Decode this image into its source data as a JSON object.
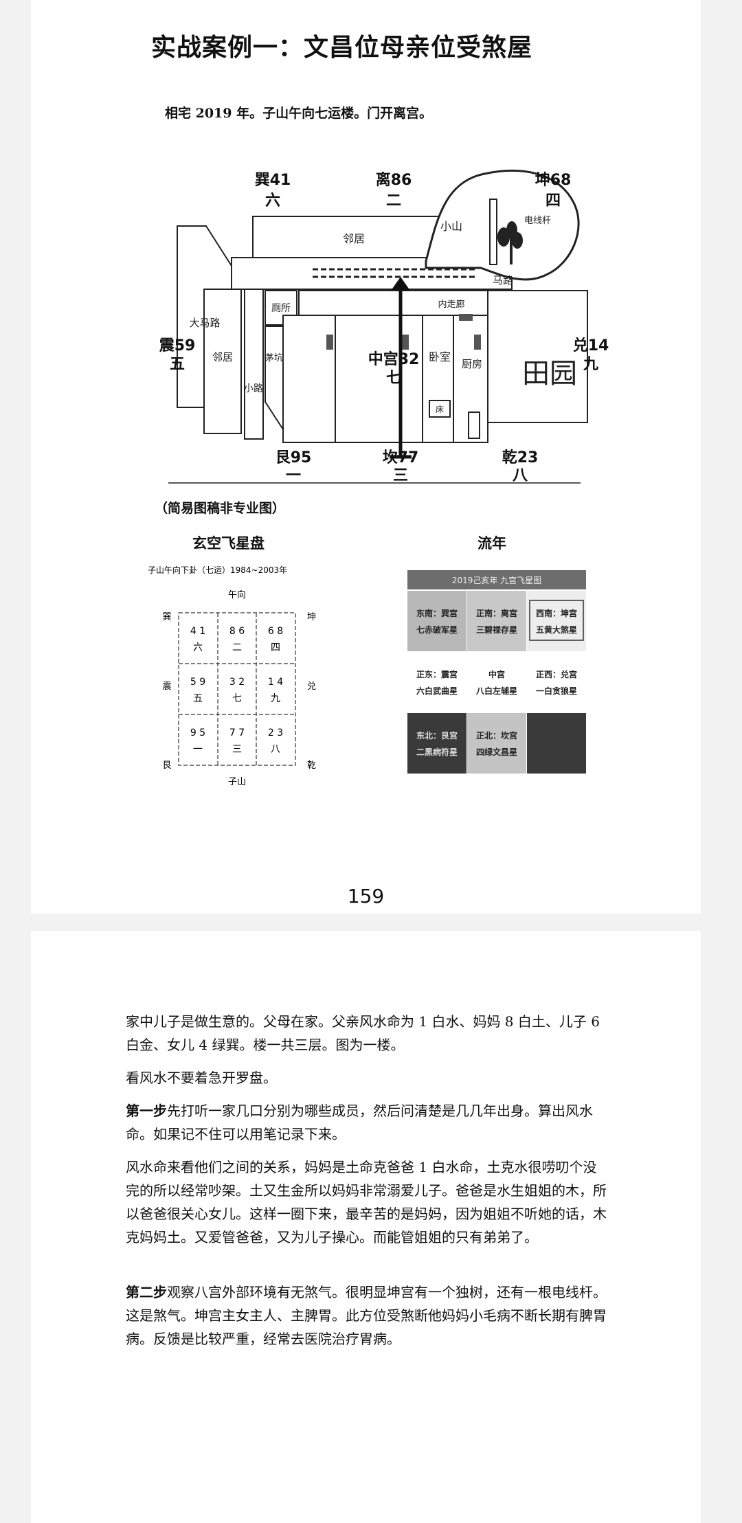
{
  "page1": {
    "title": "实战案例一：文昌位母亲位受煞屋",
    "intro": "相宅 2019 年。子山午向七运楼。门开离宫。",
    "floorplan": {
      "dir_xun": "巽41",
      "dir_xun_num": "六",
      "dir_li": "离86",
      "dir_li_num": "二",
      "dir_kun": "坤68",
      "dir_kun_num": "四",
      "dir_zhen": "震59",
      "dir_zhen_num": "五",
      "dir_center": "中宫32",
      "dir_center_num": "七",
      "dir_dui": "兑14",
      "dir_dui_num": "九",
      "dir_gen": "艮95",
      "dir_gen_num": "一",
      "dir_kan": "坎77",
      "dir_kan_num": "三",
      "dir_qian": "乾23",
      "dir_qian_num": "八",
      "neighbor": "邻居",
      "neighbor2": "邻居",
      "hill": "小山",
      "pole": "电线杆",
      "road": "马路",
      "big_road": "大马路",
      "small_road": "小路",
      "toilet": "厕所",
      "pit": "茅坑",
      "corridor": "内走廊",
      "bedroom": "卧室",
      "kitchen": "厨房",
      "field": "田园",
      "bed": "床"
    },
    "caption": "（简易图稿非专业图）",
    "chart_title": "玄空飞星盘",
    "annual_title": "流年",
    "chart": {
      "header": "子山午向下卦（七运）1984~2003年",
      "top": "午向",
      "bottom": "子山",
      "xun": "巽",
      "kun": "坤",
      "zhen": "震",
      "dui": "兑",
      "gen": "艮",
      "qian": "乾",
      "cells": [
        {
          "stars": "41",
          "num": "六"
        },
        {
          "stars": "86",
          "num": "二"
        },
        {
          "stars": "68",
          "num": "四"
        },
        {
          "stars": "59",
          "num": "五"
        },
        {
          "stars": "32",
          "num": "七"
        },
        {
          "stars": "14",
          "num": "九"
        },
        {
          "stars": "95",
          "num": "一"
        },
        {
          "stars": "77",
          "num": "三"
        },
        {
          "stars": "23",
          "num": "八"
        }
      ]
    },
    "annual": {
      "header": "2019己亥年   九宫飞星图",
      "cells": [
        {
          "l1": "东南：巽宫",
          "l2": "七赤破军星",
          "bg": "#b8b8b8"
        },
        {
          "l1": "正南：离宫",
          "l2": "三碧禄存星",
          "bg": "#c8c8c8"
        },
        {
          "l1": "西南：坤宫",
          "l2": "五黄大煞星",
          "bg": "#ededed"
        },
        {
          "l1": "正东：震宫",
          "l2": "六白武曲星",
          "bg": "#ffffff"
        },
        {
          "l1": "中宫",
          "l2": "八白左辅星",
          "bg": "#ffffff"
        },
        {
          "l1": "正西：兑宫",
          "l2": "一白贪狼星",
          "bg": "#ffffff"
        },
        {
          "l1": "东北：艮宫",
          "l2": "二黑病符星",
          "bg": "#3a3a3a"
        },
        {
          "l1": "正北：坎宫",
          "l2": "四绿文昌星",
          "bg": "#c4c4c4"
        },
        {
          "l1": "",
          "l2": "",
          "bg": "#3a3a3a"
        }
      ]
    },
    "page_number": "159"
  },
  "page2": {
    "p1": "家中儿子是做生意的。父母在家。父亲风水命为 1 白水、妈妈 8 白土、儿子 6 白金、女儿 4 绿巽。楼一共三层。图为一楼。",
    "p2": "看风水不要着急开罗盘。",
    "p3_bold": "第一步",
    "p3": "先打听一家几口分别为哪些成员，然后问清楚是几几年出身。算出风水命。如果记不住可以用笔记录下来。",
    "p4": "风水命来看他们之间的关系，妈妈是土命克爸爸 1 白水命，土克水很唠叨个没完的所以经常吵架。土又生金所以妈妈非常溺爱儿子。爸爸是水生姐姐的木，所以爸爸很关心女儿。这样一圈下来，最辛苦的是妈妈，因为姐姐不听她的话，木克妈妈土。又爱管爸爸，又为儿子操心。而能管姐姐的只有弟弟了。",
    "p5_bold": "第二步",
    "p5": "观察八宫外部环境有无煞气。很明显坤宫有一个独树，还有一根电线杆。这是煞气。坤宫主女主人、主脾胃。此方位受煞断他妈妈小毛病不断长期有脾胃病。反馈是比较严重，经常去医院治疗胃病。"
  }
}
